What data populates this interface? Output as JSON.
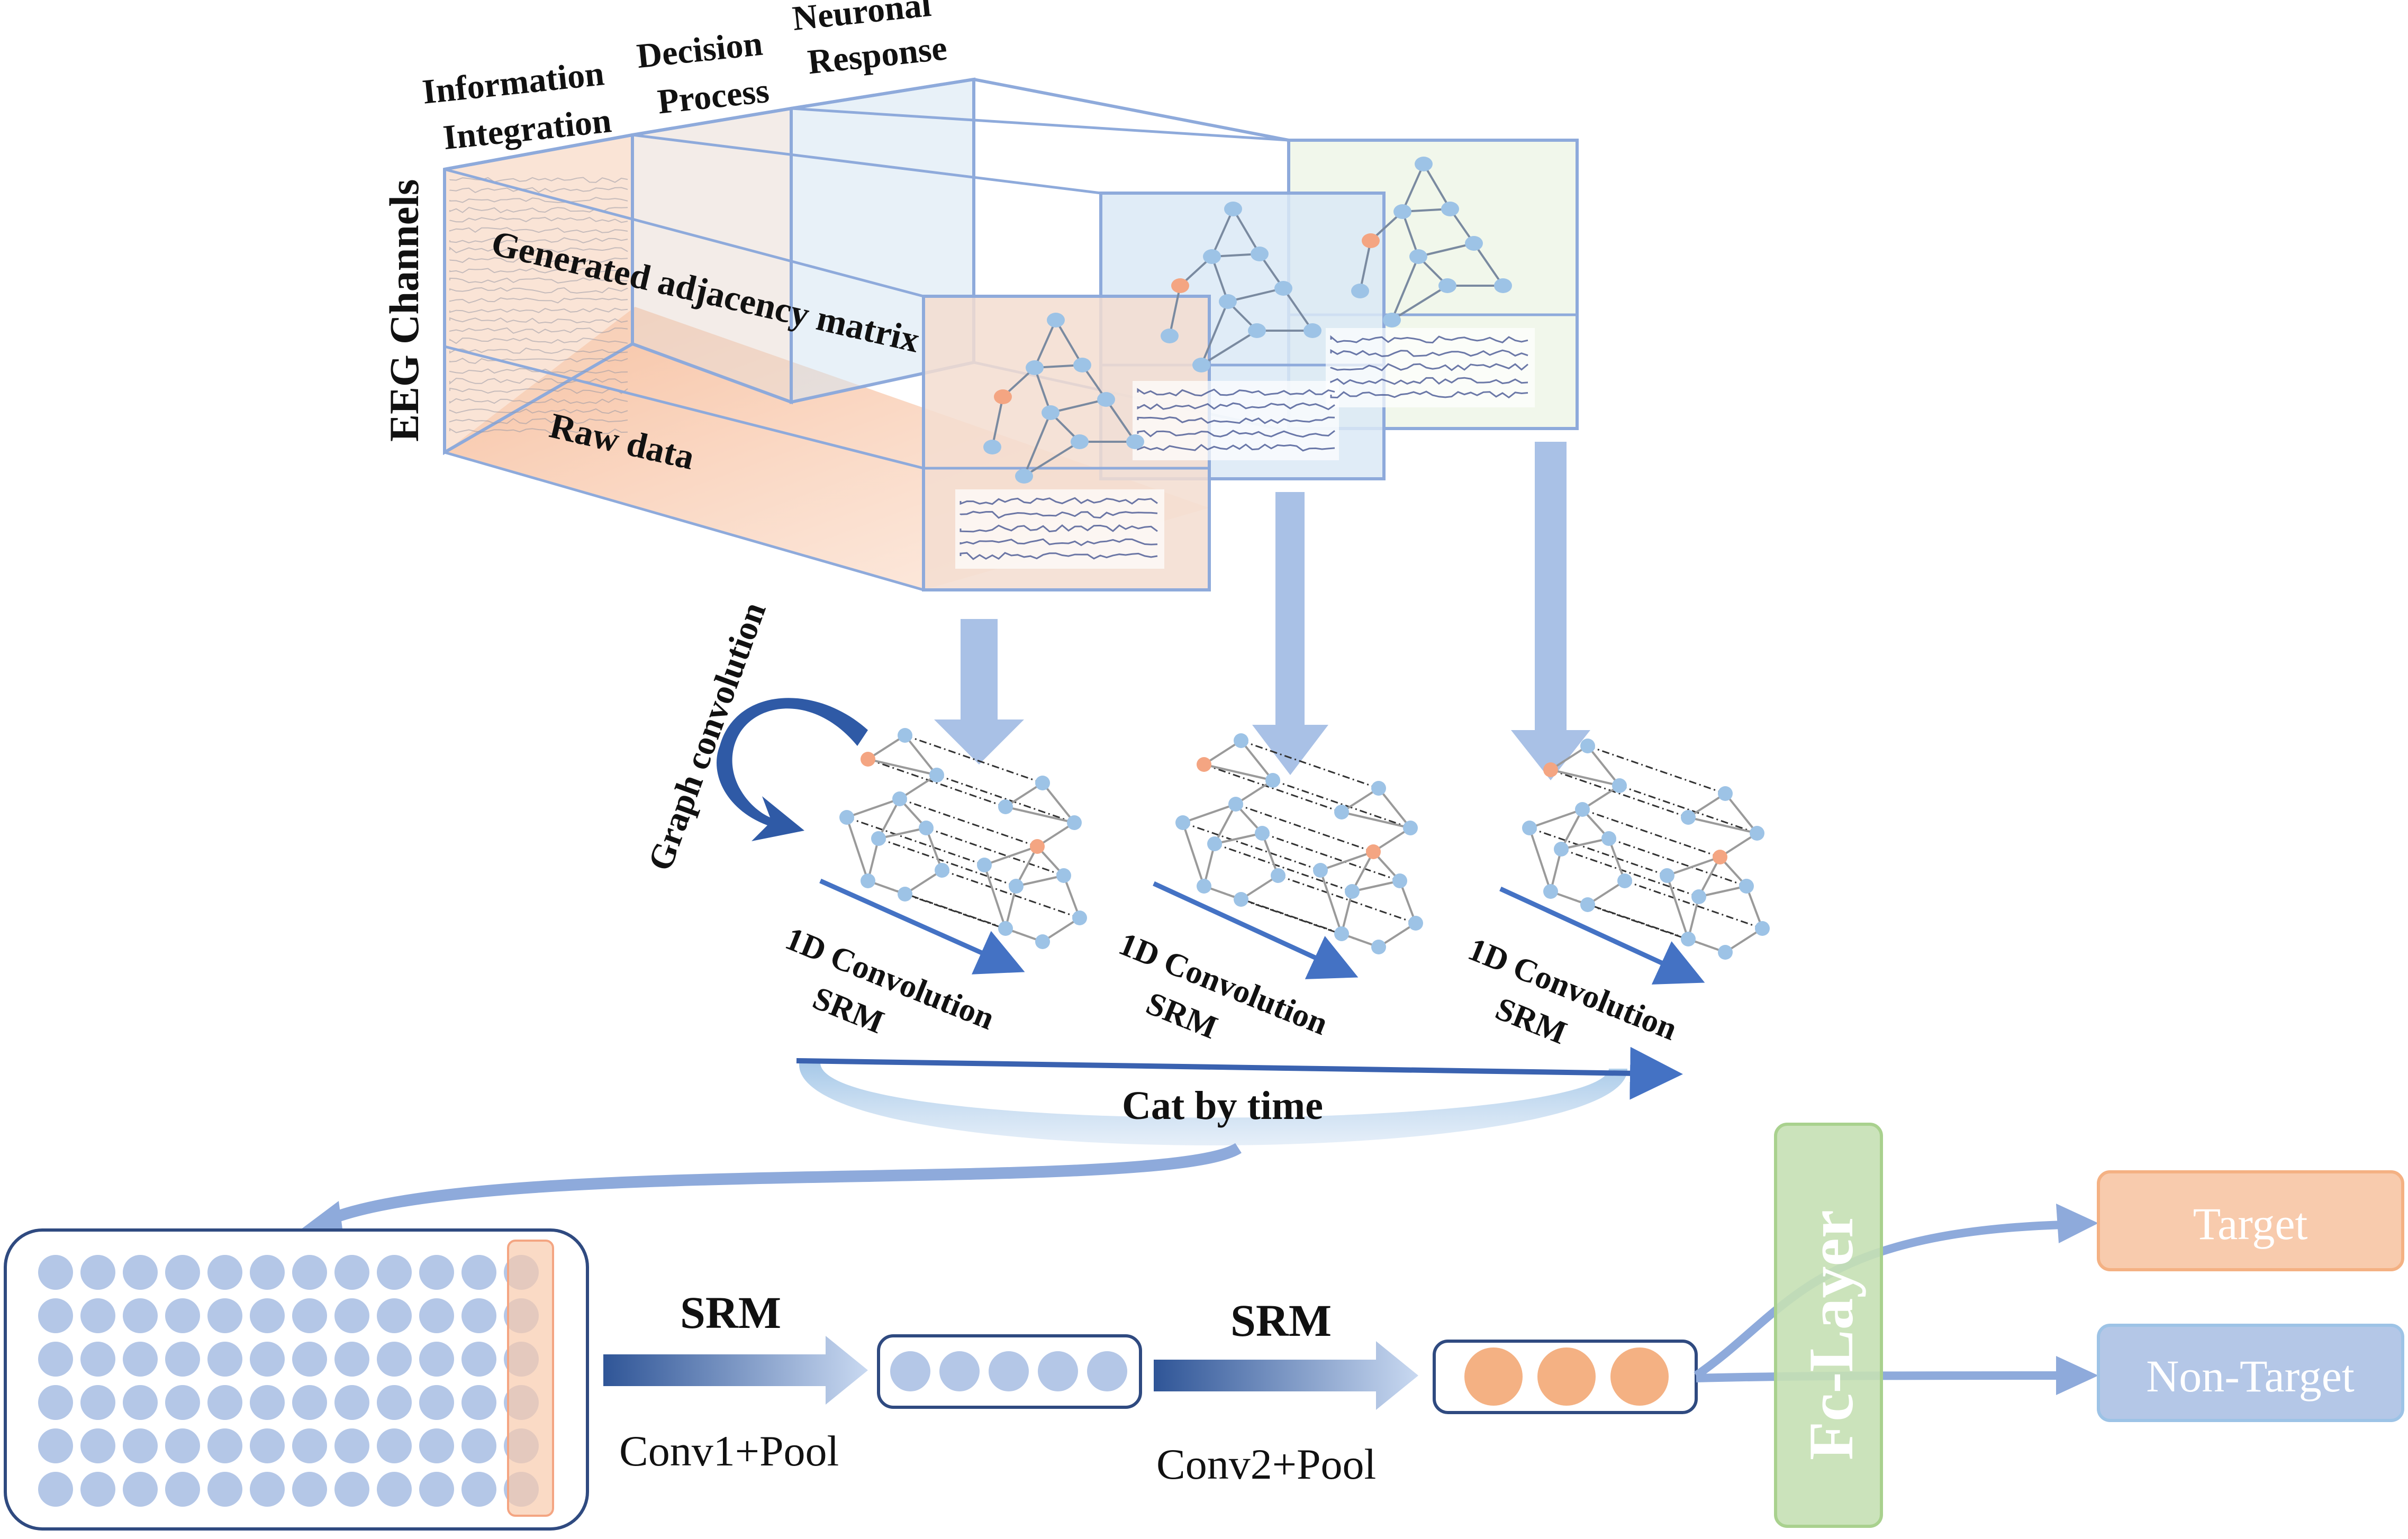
{
  "labels": {
    "eeg_channels": "EEG Channels",
    "information_integration_1": "Information",
    "information_integration_2": "Integration",
    "decision_process_1": "Decision",
    "decision_process_2": "Process",
    "neuronal_response_1": "Neuronal",
    "neuronal_response_2": "Response",
    "generated_adjacency_matrix": "Generated adjacency matrix",
    "raw_data": "Raw data",
    "graph_convolution": "Graph convolution",
    "conv1d_1": "1D Convolution",
    "srm_1": "SRM",
    "conv1d_2": "1D Convolution",
    "srm_2": "SRM",
    "conv1d_3": "1D Convolution",
    "srm_3": "SRM",
    "cat_by_time": "Cat by time",
    "srm_block1": "SRM",
    "conv1_pool": "Conv1+Pool",
    "srm_block2": "SRM",
    "conv2_pool": "Conv2+Pool",
    "fc_layer": "Fc-Layer",
    "target": "Target",
    "non_target": "Non-Target"
  },
  "colors": {
    "blue_node": "#9dc3e6",
    "orange_node": "#f4a582",
    "arrow_blue": "#4472c4",
    "light_arrow": "#a9c1e6",
    "panel_edge": "#8eaadb",
    "green": "#c5e0b4",
    "orange_box": "#f8cbad",
    "blue_box": "#b4c7e7"
  }
}
